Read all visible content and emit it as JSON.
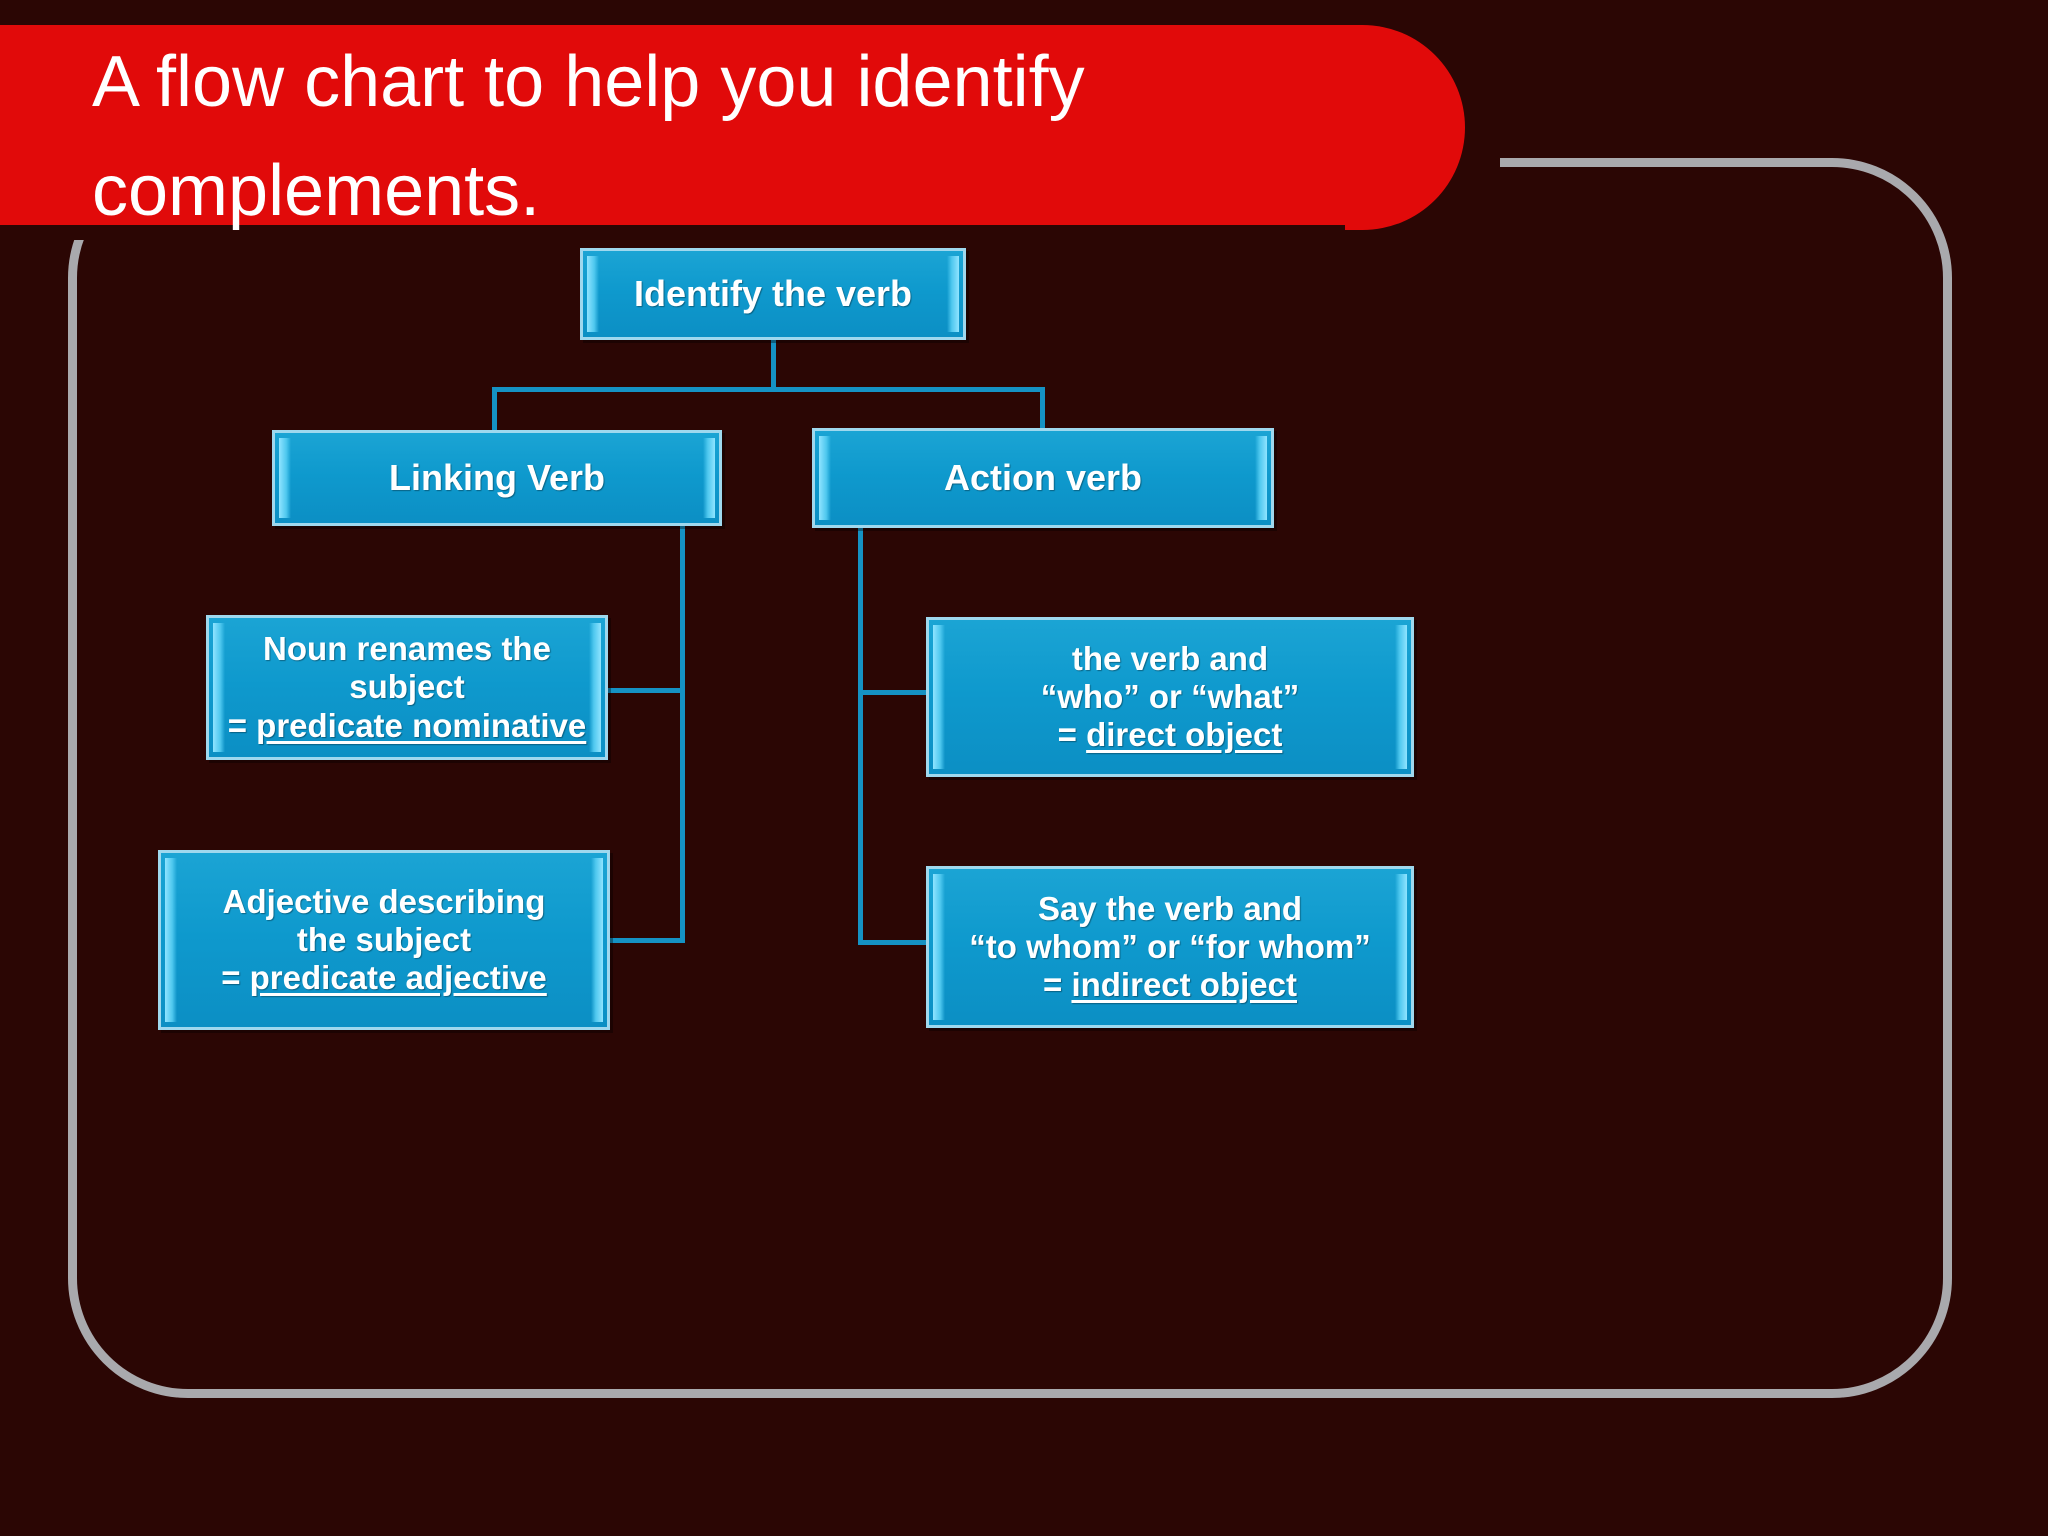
{
  "slide": {
    "background_color": "#2b0604",
    "frame_color": "#a9a9ad"
  },
  "title": {
    "text": "A flow chart to help you identify complements.",
    "banner_color": "#e10a0a",
    "text_color": "#ffffff"
  },
  "chart_data": {
    "type": "diagram",
    "diagram_kind": "flow-chart",
    "title": "A flow chart to help you identify complements.",
    "node_fill": "#0e99cd",
    "node_border": "#9fd8ee",
    "connector_color": "#1592c4",
    "nodes": [
      {
        "id": "verb",
        "label": "Identify the verb",
        "level": 0
      },
      {
        "id": "linking",
        "label": "Linking Verb",
        "level": 1
      },
      {
        "id": "action",
        "label": "Action verb",
        "level": 1
      },
      {
        "id": "pn",
        "label": "Noun renames the\nsubject\n= predicate nominative",
        "underlined": "predicate nominative",
        "level": 2
      },
      {
        "id": "pa",
        "label": "Adjective describing\nthe subject\n= predicate adjective",
        "underlined": "predicate adjective",
        "level": 2
      },
      {
        "id": "do",
        "label": "the verb and\n“who” or “what”\n= direct object",
        "underlined": "direct object",
        "level": 2
      },
      {
        "id": "io",
        "label": "Say the verb and\n“to whom” or “for whom”\n= indirect object",
        "underlined": "indirect object",
        "level": 2
      }
    ],
    "edges": [
      {
        "from": "verb",
        "to": "linking"
      },
      {
        "from": "verb",
        "to": "action"
      },
      {
        "from": "linking",
        "to": "pn"
      },
      {
        "from": "linking",
        "to": "pa"
      },
      {
        "from": "action",
        "to": "do"
      },
      {
        "from": "action",
        "to": "io"
      }
    ]
  },
  "nodes": {
    "verb": {
      "line1": "Identify the verb"
    },
    "linking": {
      "line1": "Linking Verb"
    },
    "action": {
      "line1": "Action verb"
    },
    "pn": {
      "line1": "Noun renames the",
      "line2": "subject",
      "eq": "= ",
      "term": "predicate nominative"
    },
    "do": {
      "line1": "the verb and",
      "line2": "“who” or “what”",
      "eq": "= ",
      "term": "direct object"
    },
    "pa": {
      "line1": "Adjective describing",
      "line2": "the subject",
      "eq": "= ",
      "term": "predicate adjective"
    },
    "io": {
      "line1": "Say the verb and",
      "line2": "“to whom” or “for whom”",
      "eq": "= ",
      "term": "indirect object"
    }
  }
}
